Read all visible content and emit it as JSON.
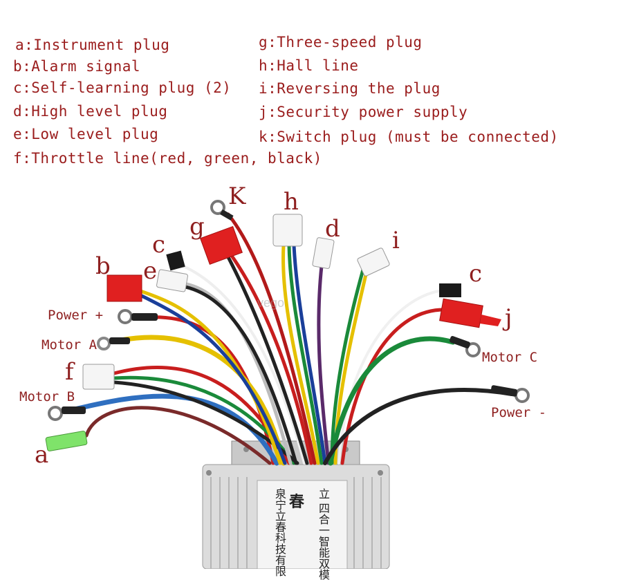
{
  "legend": {
    "a": "a:Instrument plug",
    "b": "b:Alarm signal",
    "c": "c:Self-learning plug (2)",
    "d": "d:High level plug",
    "e": "e:Low level plug",
    "f": "f:Throttle line(red, green, black)",
    "g": "g:Three-speed plug",
    "h": "h:Hall line",
    "i": "i:Reversing the plug",
    "j": "j:Security power supply",
    "k": "k:Switch plug (must be connected)"
  },
  "tags": {
    "K": "K",
    "h": "h",
    "g": "g",
    "d": "d",
    "i": "i",
    "c_left": "c",
    "c_right": "c",
    "b": "b",
    "e": "e",
    "j": "j",
    "f": "f",
    "a": "a"
  },
  "side_labels": {
    "power_plus": "Power +",
    "motor_a": "Motor A",
    "motor_b": "Motor B",
    "motor_c": "Motor C",
    "power_minus": "Power -"
  },
  "watermark": "vego",
  "controller_label": {
    "line1": "立 四合一智能双模",
    "line2": "泉宁立春科技有限",
    "char": "春"
  },
  "colors": {
    "label_red": "#9a1c1c",
    "connector_red": "#e02020",
    "housing": "#d9d9d9"
  }
}
